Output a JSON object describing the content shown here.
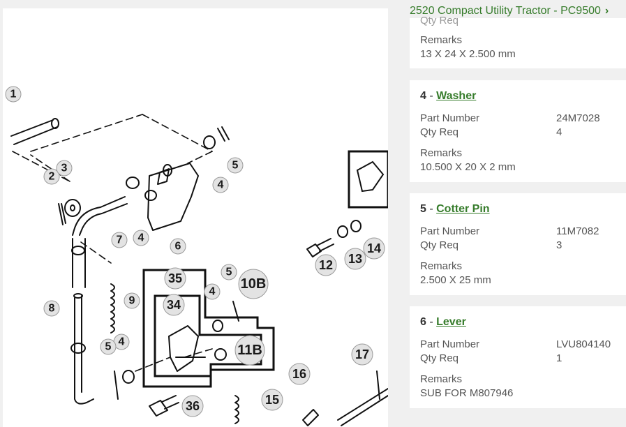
{
  "breadcrumb": {
    "label": "2520 Compact Utility Tractor - PC9500"
  },
  "top_card": {
    "partial_label": "Qty Req",
    "remarks_label": "Remarks",
    "remarks": "13 X 24 X 2.500 mm"
  },
  "parts": [
    {
      "num": "4",
      "sep": " - ",
      "name": "Washer",
      "part_number_label": "Part Number",
      "part_number": "24M7028",
      "qty_label": "Qty Req",
      "qty": "4",
      "remarks_label": "Remarks",
      "remarks": "10.500 X 20 X 2 mm"
    },
    {
      "num": "5",
      "sep": " - ",
      "name": "Cotter Pin",
      "part_number_label": "Part Number",
      "part_number": "11M7082",
      "qty_label": "Qty Req",
      "qty": "3",
      "remarks_label": "Remarks",
      "remarks": "2.500 X 25 mm"
    },
    {
      "num": "6",
      "sep": " - ",
      "name": "Lever",
      "part_number_label": "Part Number",
      "part_number": "LVU804140",
      "qty_label": "Qty Req",
      "qty": "1",
      "remarks_label": "Remarks",
      "remarks": "SUB FOR M807946"
    }
  ],
  "callouts": [
    "1",
    "2",
    "3",
    "4",
    "5",
    "4",
    "7",
    "4",
    "6",
    "8",
    "9",
    "5",
    "4",
    "35",
    "34",
    "5",
    "4",
    "10B",
    "11B",
    "36",
    "12",
    "13",
    "14",
    "16",
    "17",
    "15"
  ],
  "colors": {
    "accent": "#367c2b",
    "text": "#555555",
    "background": "#f0f0f0"
  },
  "icons": {
    "breadcrumb_arrow": "chevron-right-icon"
  }
}
